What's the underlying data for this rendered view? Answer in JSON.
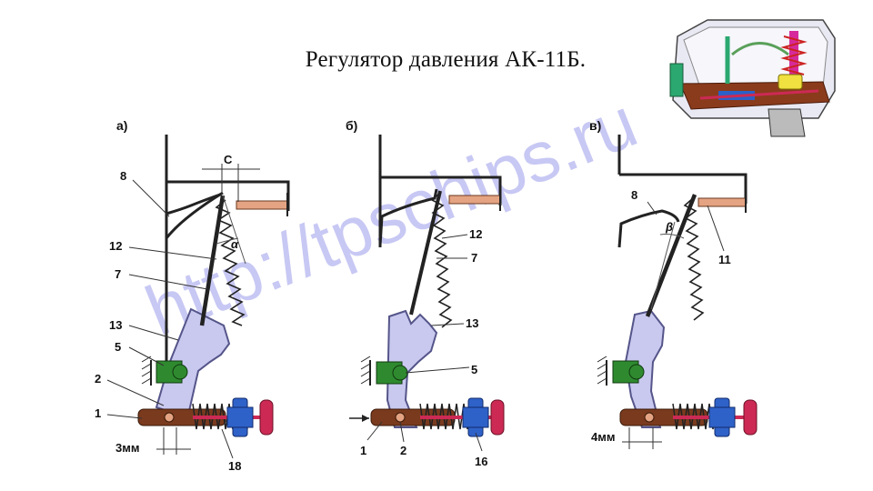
{
  "title": "Регулятор давления АК-11Б.",
  "watermark": "http://tpschips.ru",
  "panels": [
    {
      "caption": "а)",
      "labels": {
        "c": "С",
        "l8": "8",
        "l12": "12",
        "l7": "7",
        "l13": "13",
        "l5": "5",
        "l2": "2",
        "l1": "1",
        "dim": "3мм",
        "l18": "18",
        "alpha": "α"
      }
    },
    {
      "caption": "б)",
      "labels": {
        "l12": "12",
        "l7": "7",
        "l13": "13",
        "l5": "5",
        "l1": "1",
        "l2": "2",
        "l16": "16"
      }
    },
    {
      "caption": "в)",
      "labels": {
        "l8": "8",
        "l11": "11",
        "dim": "4мм",
        "beta": "β"
      }
    }
  ],
  "colors": {
    "lever": "#c9c9f0",
    "lever_stroke": "#55558a",
    "pivot": "#2f8a2f",
    "rod": "#e4a382",
    "knob": "#cc2a55",
    "plunger": "#7a3a1e",
    "valve": "#2f62c8",
    "spring": "#222222"
  }
}
